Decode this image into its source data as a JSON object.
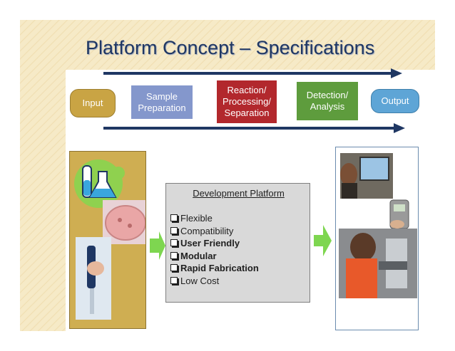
{
  "title": "Platform Concept – Specifications",
  "flow": {
    "input": "Input",
    "sample": [
      "Sample",
      "Preparation"
    ],
    "reaction": [
      "Reaction/",
      "Processing/",
      "Separation"
    ],
    "detection": [
      "Detection/",
      "Analysis"
    ],
    "output": "Output"
  },
  "dev_platform": {
    "title": "Development Platform",
    "items": [
      {
        "label": "Flexible",
        "bold": false
      },
      {
        "label": "Compatibility",
        "bold": false
      },
      {
        "label": "User Friendly",
        "bold": true
      },
      {
        "label": "Modular",
        "bold": true
      },
      {
        "label": "Rapid Fabrication",
        "bold": true
      },
      {
        "label": "Low Cost",
        "bold": false
      }
    ]
  },
  "colors": {
    "title": "#1f3763",
    "input": "#c9a444",
    "sample": "#8497cc",
    "reaction": "#b2282d",
    "detection": "#5e9c3d",
    "output": "#5ea5d6",
    "flow_arrow": "#1f3763",
    "green_arrow": "#7ed650"
  },
  "icons": [
    "lab-flask-icon",
    "petri-dish-image",
    "pipette-image",
    "computer-lab-photo",
    "handheld-device-photo",
    "microscope-lab-photo"
  ]
}
